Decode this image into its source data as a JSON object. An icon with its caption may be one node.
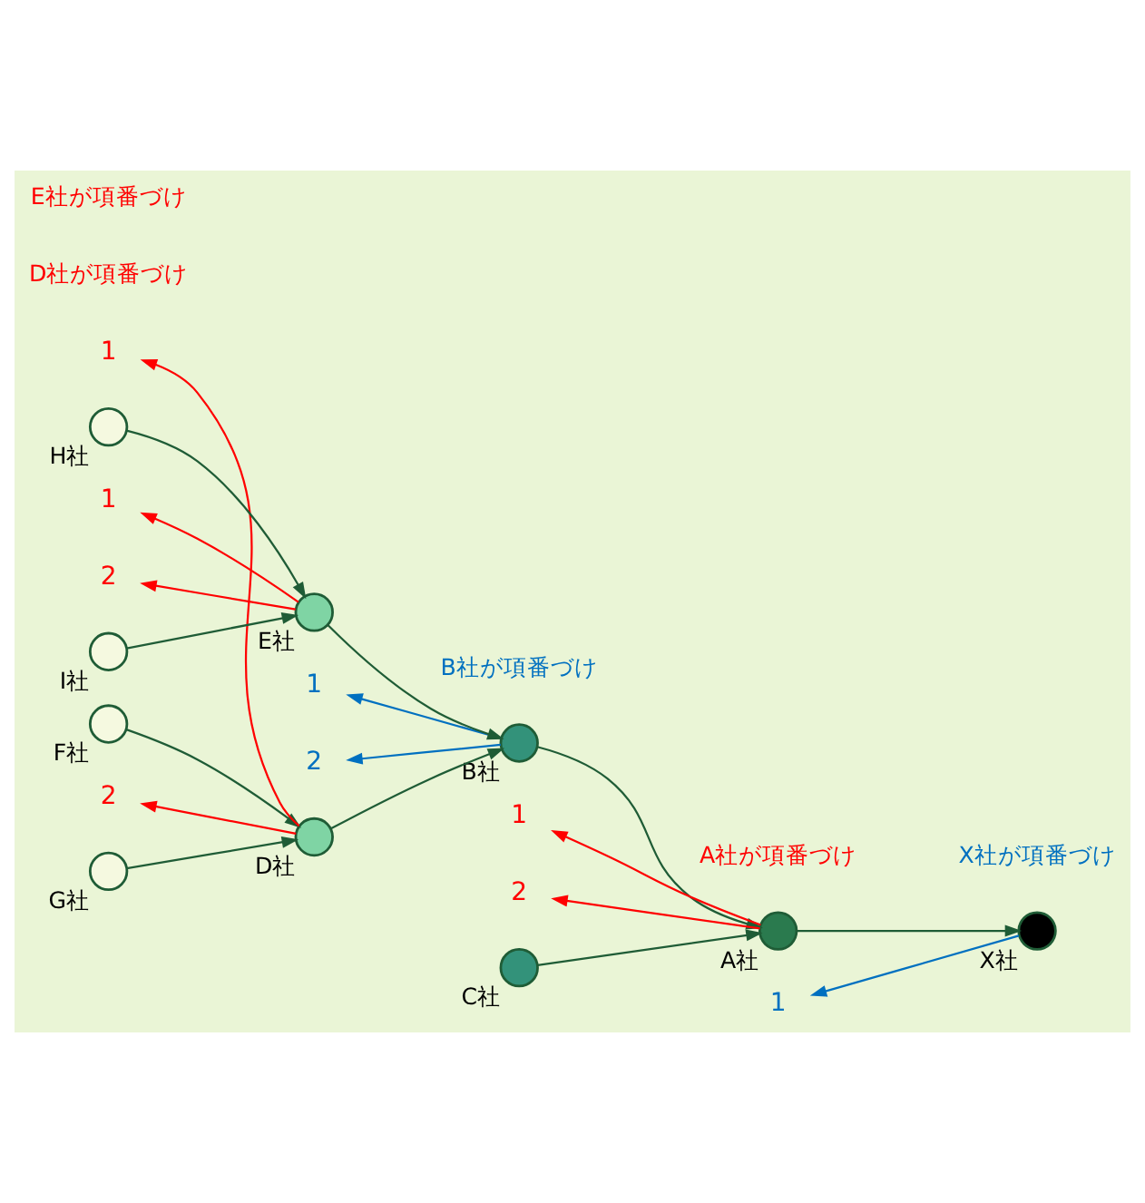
{
  "diagram": {
    "nodes": [
      {
        "text": [
          "1"
        ]
      },
      {
        "text": [
          "1"
        ]
      },
      {
        "text": [
          "1"
        ]
      },
      {
        "text": [
          "1"
        ]
      },
      {
        "text": [],
        "shape": "circle",
        "beside": [
          "F社"
        ]
      },
      {
        "text": [],
        "shape": "circle",
        "beside": [
          "D社"
        ]
      },
      {
        "text": [],
        "shape": "circle",
        "beside": [
          "B社"
        ]
      },
      {
        "text": [],
        "shape": "circle",
        "beside": [
          "A社"
        ]
      },
      {
        "text": [],
        "shape": "circle",
        "beside": [
          "X社"
        ]
      },
      {
        "text": [
          "2"
        ]
      },
      {
        "text": [],
        "shape": "circle",
        "beside": [
          "G社"
        ]
      },
      {
        "text": [
          "1"
        ]
      },
      {
        "text": [
          "2"
        ]
      },
      {
        "text": [],
        "shape": "circle",
        "beside": [
          "H社"
        ]
      },
      {
        "text": [],
        "shape": "circle",
        "beside": [
          "E社"
        ]
      },
      {
        "text": [
          "2"
        ]
      },
      {
        "text": [
          "2"
        ]
      },
      {
        "text": [],
        "shape": "circle",
        "beside": [
          "I社"
        ]
      },
      {
        "text": [],
        "shape": "circle",
        "beside": [
          "C社"
        ]
      }
    ],
    "edges": [
      {
        "from": 4,
        "to": 5,
        "arrow": "to"
      },
      {
        "from": 10,
        "to": 5,
        "arrow": "to"
      },
      {
        "from": 5,
        "to": 6,
        "arrow": "to"
      },
      {
        "from": 14,
        "to": 6,
        "arrow": "to"
      },
      {
        "from": 6,
        "to": 7,
        "arrow": "to"
      },
      {
        "from": 18,
        "to": 7,
        "arrow": "to"
      },
      {
        "from": 7,
        "to": 8,
        "arrow": "to"
      },
      {
        "from": 13,
        "to": 14,
        "arrow": "to"
      },
      {
        "from": 17,
        "to": 14,
        "arrow": "to"
      },
      {
        "from": 5,
        "to": 0,
        "arrow": "to",
        "color": "#ff0000"
      },
      {
        "from": 5,
        "to": 9,
        "arrow": "to",
        "color": "#ff0000"
      },
      {
        "from": 6,
        "to": 1,
        "arrow": "to",
        "color": "#0070c0"
      },
      {
        "from": 6,
        "to": 12,
        "arrow": "to",
        "color": "#0070c0"
      },
      {
        "from": 7,
        "to": 2,
        "arrow": "to",
        "color": "#ff0000"
      },
      {
        "from": 7,
        "to": 16,
        "arrow": "to",
        "color": "#ff0000"
      },
      {
        "from": 8,
        "to": 3,
        "arrow": "to",
        "color": "#0070c0"
      },
      {
        "from": 14,
        "to": 11,
        "arrow": "to",
        "color": "#ff0000"
      },
      {
        "from": 14,
        "to": 15,
        "arrow": "to",
        "color": "#ff0000"
      }
    ],
    "labels": [
      "D社が項番づけ",
      "B社が項番づけ",
      "A社が項番づけ",
      "X社が項番づけ",
      "E社が項番づけ"
    ]
  }
}
